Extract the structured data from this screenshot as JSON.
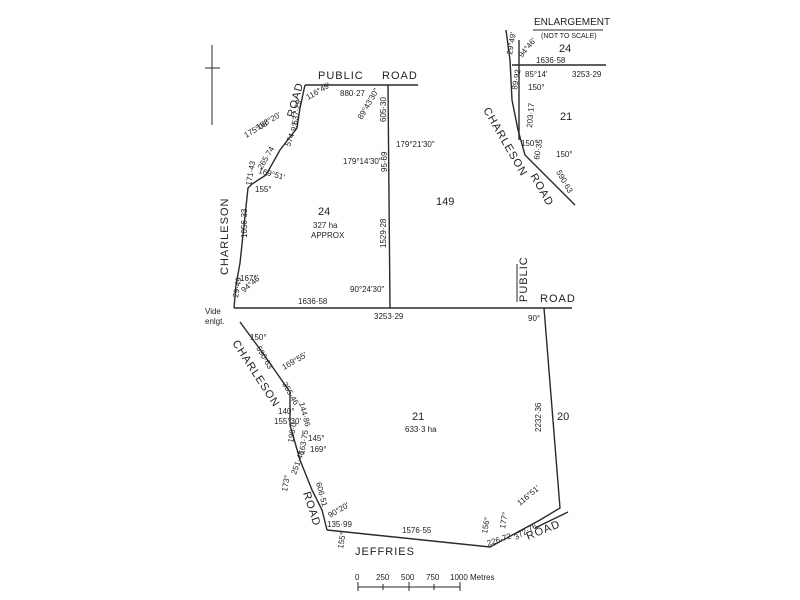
{
  "enlargement": {
    "title": "ENLARGEMENT",
    "subtitle": "(NOT TO SCALE)",
    "lot_24": "24",
    "lot_21": "21",
    "road_name_1": "CHARLESON",
    "road_name_2": "ROAD",
    "dims": [
      "29°49'",
      "94°46'",
      "1636·58",
      "85°14'",
      "3253·29",
      "89·92",
      "150°",
      "203·17",
      "150°",
      "60·35",
      "150°",
      "590·63"
    ]
  },
  "roads": {
    "public_road_top_1": "PUBLIC",
    "public_road_top_2": "ROAD",
    "road_upper_left": "ROAD",
    "charleson_upper": "CHARLESON",
    "public_road_right_1": "PUBLIC",
    "public_road_right_2": "ROAD",
    "charleson_lower": "CHARLESON",
    "road_lower_left": "ROAD",
    "jeffries": "JEFFRIES",
    "road_bottom_right": "ROAD"
  },
  "lots": {
    "lot24_number": "24",
    "lot24_area": "327 ha",
    "lot24_approx": "APPROX",
    "lot149": "149",
    "lot21_number": "21",
    "lot21_area": "633·3 ha",
    "lot20": "20"
  },
  "vide": {
    "line1": "Vide",
    "line2": "enlgt."
  },
  "upper_dims": {
    "d880": "880·27",
    "a116": "116°49'",
    "d537": "537·29",
    "a168": "168°20'",
    "a175": "175°06'",
    "d574": "574·93",
    "d265": "265·74",
    "d605": "605·30",
    "a89": "89°43'30\"",
    "a179_21": "179°21'30\"",
    "a179_14": "179°14'30\"",
    "d95": "95·69",
    "d171": "171·43",
    "a169_51": "169°51'",
    "a155": "155°",
    "d1056": "1056·33",
    "d1529": "1529·28",
    "a167": "167°",
    "d2949": "29·49",
    "a94": "94°46'",
    "a90_24": "90°24'30\"",
    "d1636": "1636·58",
    "d3253": "3253·29",
    "a90": "90°"
  },
  "lower_dims": {
    "a150": "150°",
    "d590": "590·63",
    "a169_55": "169°55'",
    "d355": "355·46",
    "a140": "140°",
    "d144": "144·86",
    "a155_30": "155°30'",
    "d190": "190·0",
    "d163": "163·75",
    "a145": "145°",
    "a169": "169°",
    "d251": "251·46",
    "a173": "173°",
    "d606": "606·51",
    "a90_20": "90°20'",
    "d135": "135·99",
    "a155b": "155°",
    "d1576": "1576·55",
    "d2232": "2232·36",
    "a116_51": "116°51'",
    "a177": "177°",
    "d372": "372·76",
    "d226": "226·72",
    "a156": "156°"
  },
  "scale": {
    "labels": [
      "0",
      "250",
      "500",
      "750",
      "1000 Metres"
    ]
  }
}
